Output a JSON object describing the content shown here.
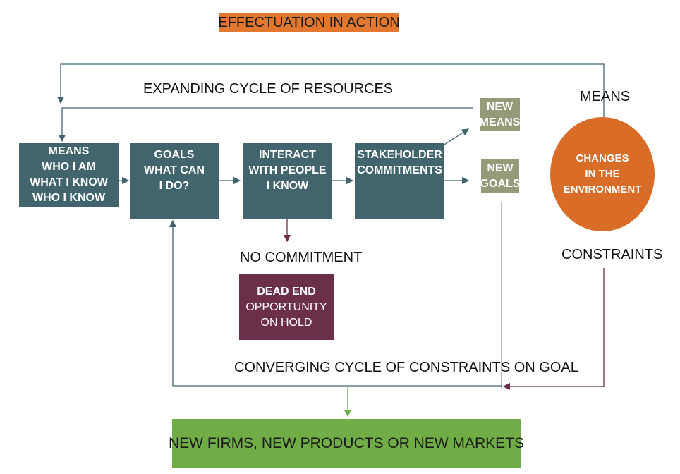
{
  "title": "EFFECTUATION IN ACTION",
  "labels": {
    "expanding": "EXPANDING CYCLE OF RESOURCES",
    "means_side": "MEANS",
    "constraints_side": "CONSTRAINTS",
    "no_commitment": "NO COMMITMENT",
    "converging": "CONVERGING CYCLE OF CONSTRAINTS ON GOAL"
  },
  "boxes": {
    "means": [
      "MEANS",
      "WHO I AM",
      "WHAT I  KNOW",
      "WHO I KNOW"
    ],
    "goals": [
      "GOALS",
      "WHAT CAN",
      "I DO?"
    ],
    "interact": [
      "INTERACT",
      "WITH PEOPLE",
      "I KNOW"
    ],
    "stakeholder": [
      "STAKEHOLDER",
      "COMMITMENTS"
    ]
  },
  "new_means": [
    "NEW",
    "MEANS"
  ],
  "new_goals": [
    "NEW",
    "GOALS"
  ],
  "environment": [
    "CHANGES",
    "IN THE",
    "ENVIRONMENT"
  ],
  "dead_end": {
    "title": "DEAD END",
    "line1": "OPPORTUNITY",
    "line2": "ON HOLD"
  },
  "result": "NEW FIRMS, NEW PRODUCTS OR NEW MARKETS",
  "colors": {
    "title_bg": "#e2782f",
    "box": "#41646d",
    "tag": "#949b78",
    "dead_end": "#6b2f49",
    "environment": "#d96c27",
    "result": "#70ad47"
  }
}
